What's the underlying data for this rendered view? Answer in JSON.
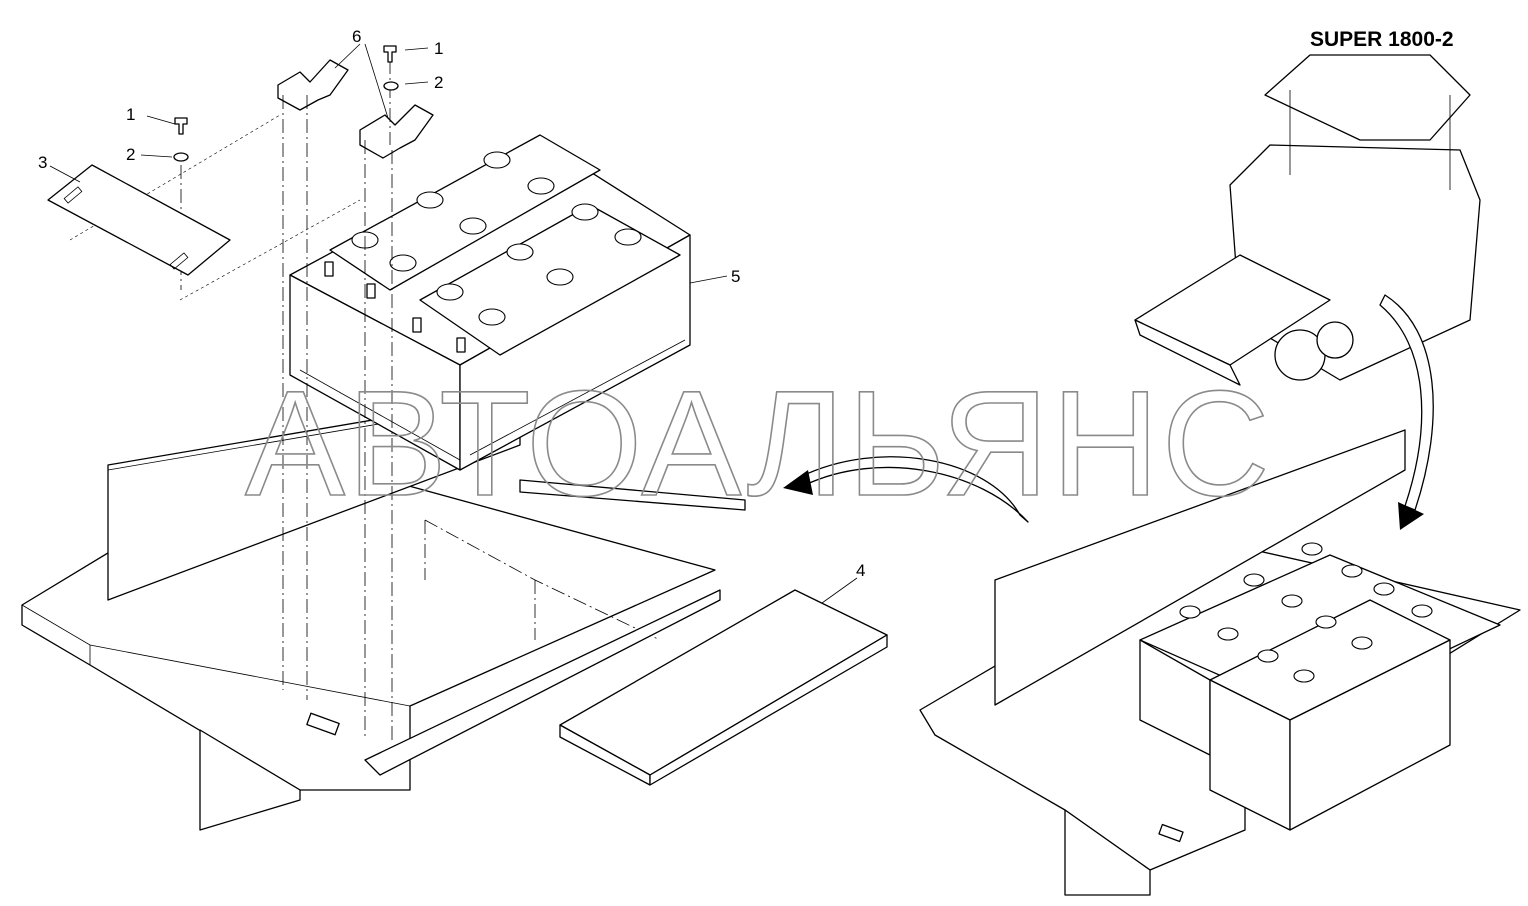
{
  "title": "SUPER 1800-2",
  "watermark": "АВТОАЛЬЯНС",
  "callouts": [
    {
      "id": "bolt-top",
      "label": "1"
    },
    {
      "id": "washer-top",
      "label": "2"
    },
    {
      "id": "clamp",
      "label": "6"
    },
    {
      "id": "bolt-left",
      "label": "1"
    },
    {
      "id": "washer-left",
      "label": "2"
    },
    {
      "id": "cover-plate",
      "label": "3"
    },
    {
      "id": "battery",
      "label": "5"
    },
    {
      "id": "mat",
      "label": "4"
    }
  ]
}
